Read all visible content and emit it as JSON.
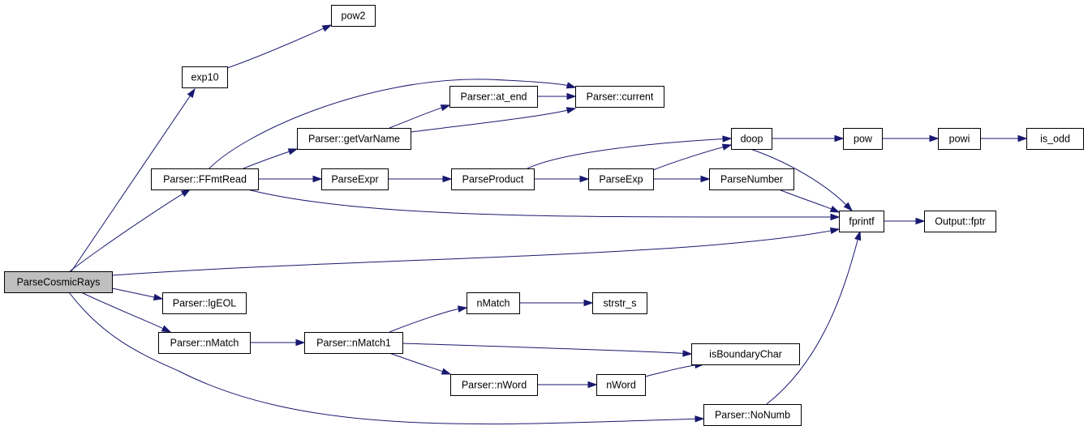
{
  "graph": {
    "root": "ParseCosmicRays",
    "nodes": {
      "ParseCosmicRays": "ParseCosmicRays",
      "exp10": "exp10",
      "pow2": "pow2",
      "FFmtRead": "Parser::FFmtRead",
      "getVarName": "Parser::getVarName",
      "at_end": "Parser::at_end",
      "current": "Parser::current",
      "ParseExpr": "ParseExpr",
      "ParseProduct": "ParseProduct",
      "ParseExp": "ParseExp",
      "doop": "doop",
      "pow": "pow",
      "powi": "powi",
      "is_odd": "is_odd",
      "ParseNumber": "ParseNumber",
      "fprintf": "fprintf",
      "fptr": "Output::fptr",
      "lgEOL": "Parser::lgEOL",
      "ParserNMatch": "Parser::nMatch",
      "ParserNMatch1": "Parser::nMatch1",
      "nMatch": "nMatch",
      "strstr_s": "strstr_s",
      "isBoundaryChar": "isBoundaryChar",
      "ParserNWord": "Parser::nWord",
      "nWord": "nWord",
      "NoNumb": "Parser::NoNumb"
    },
    "edges": [
      [
        "ParseCosmicRays",
        "exp10"
      ],
      [
        "exp10",
        "pow2"
      ],
      [
        "ParseCosmicRays",
        "FFmtRead"
      ],
      [
        "FFmtRead",
        "current"
      ],
      [
        "FFmtRead",
        "getVarName"
      ],
      [
        "getVarName",
        "at_end"
      ],
      [
        "at_end",
        "current"
      ],
      [
        "getVarName",
        "current"
      ],
      [
        "FFmtRead",
        "ParseExpr"
      ],
      [
        "ParseExpr",
        "ParseProduct"
      ],
      [
        "ParseProduct",
        "doop"
      ],
      [
        "ParseProduct",
        "ParseExp"
      ],
      [
        "ParseExp",
        "doop"
      ],
      [
        "ParseExp",
        "ParseNumber"
      ],
      [
        "doop",
        "pow"
      ],
      [
        "pow",
        "powi"
      ],
      [
        "powi",
        "is_odd"
      ],
      [
        "doop",
        "fprintf"
      ],
      [
        "ParseNumber",
        "fprintf"
      ],
      [
        "FFmtRead",
        "fprintf"
      ],
      [
        "ParseCosmicRays",
        "fprintf"
      ],
      [
        "fprintf",
        "fptr"
      ],
      [
        "ParseCosmicRays",
        "lgEOL"
      ],
      [
        "ParseCosmicRays",
        "ParserNMatch"
      ],
      [
        "ParserNMatch",
        "ParserNMatch1"
      ],
      [
        "ParserNMatch1",
        "nMatch"
      ],
      [
        "nMatch",
        "strstr_s"
      ],
      [
        "ParserNMatch1",
        "isBoundaryChar"
      ],
      [
        "ParserNMatch1",
        "ParserNWord"
      ],
      [
        "ParserNWord",
        "nWord"
      ],
      [
        "nWord",
        "isBoundaryChar"
      ],
      [
        "ParseCosmicRays",
        "NoNumb"
      ],
      [
        "NoNumb",
        "fprintf"
      ]
    ]
  },
  "colors": {
    "edge": "#191970",
    "node_border": "#000000",
    "node_fill": "#ffffff",
    "root_fill": "#bfbfbf",
    "background": "#ffffff"
  }
}
